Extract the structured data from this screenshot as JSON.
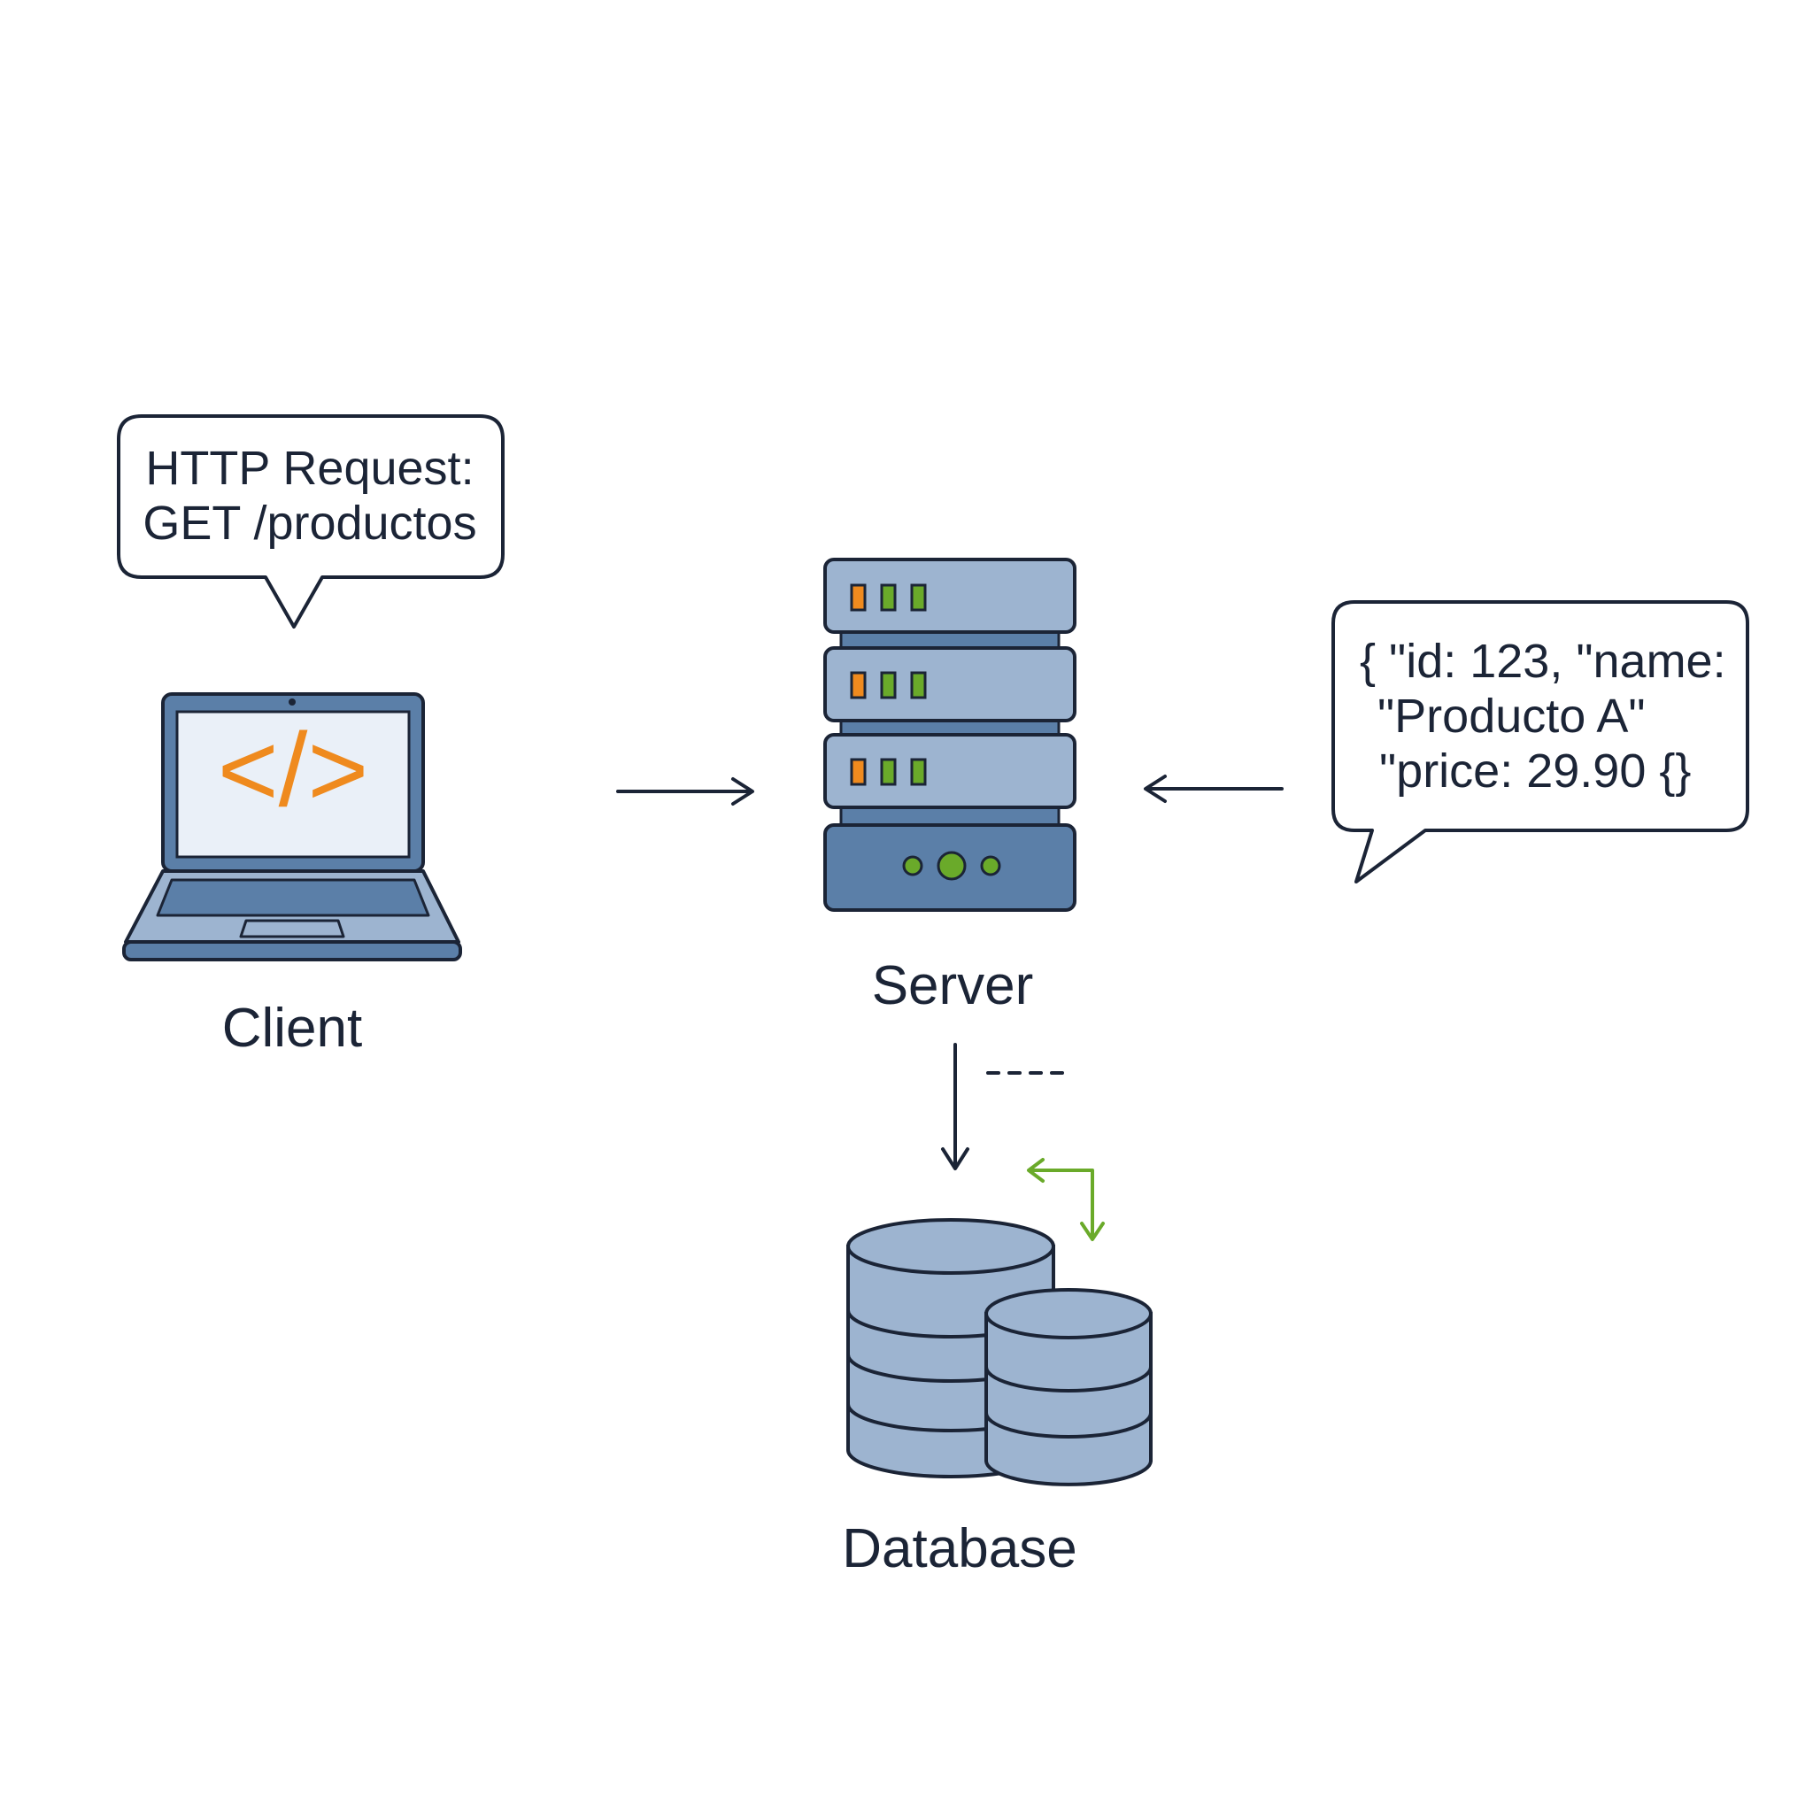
{
  "request_bubble": {
    "line1": "HTTP Request:",
    "line2": "GET /productos"
  },
  "response_bubble": {
    "line1": "{ \"id: 123, \"name:",
    "line2": "\"Producto A\"",
    "line3": "\"price: 29.90 {}"
  },
  "nodes": {
    "client": "Client",
    "server": "Server",
    "database": "Database"
  },
  "client_screen_glyph": "</>",
  "colors": {
    "outline": "#1b2436",
    "device_light": "#9db4d0",
    "device_dark": "#5b7fa8",
    "screen_bg": "#eaf0f8",
    "accent_orange": "#ef8a1e",
    "accent_green": "#6aaa2a"
  },
  "icons": [
    "laptop-icon",
    "server-rack-icon",
    "database-icon"
  ]
}
